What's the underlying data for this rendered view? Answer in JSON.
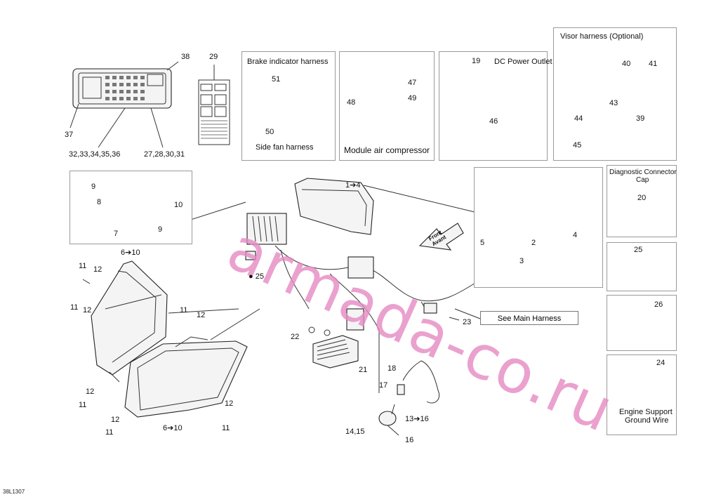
{
  "diagram_code": "38L1307",
  "watermark": "armada-co.ru",
  "front_label": {
    "line1": "Front",
    "line2": "Avant"
  },
  "see_main_harness": "See Main Harness",
  "inset_boxes": {
    "brake": {
      "title": "Brake indicator harness",
      "subtitle": "Side fan harness"
    },
    "compressor": {
      "title": "Module air compressor"
    },
    "dc_outlet": {
      "title": "DC Power Outlet"
    },
    "visor": {
      "title": "Visor harness (Optional)"
    },
    "diag": {
      "title1": "Diagnostic Connector",
      "title2": "Cap"
    },
    "ground": {
      "title1": "Engine Support",
      "title2": "Ground Wire"
    }
  },
  "callouts": {
    "c38": "38",
    "c29": "29",
    "c37": "37",
    "c3236": "32,33,34,35,36",
    "c2731": "27,28,30,31",
    "c51": "51",
    "c50": "50",
    "c47": "47",
    "c49": "49",
    "c48": "48",
    "c19": "19",
    "c46": "46",
    "c40": "40",
    "c41": "41",
    "c43": "43",
    "c44": "44",
    "c39": "39",
    "c45": "45",
    "c9a": "9",
    "c10": "10",
    "c8": "8",
    "c7": "7",
    "c9b": "9",
    "c610a": "6➔10",
    "c14": "1➔4",
    "c4": "4",
    "c2": "2",
    "c5": "5",
    "c3": "3",
    "c25": "25",
    "c20": "20",
    "c25b": "25",
    "c26": "26",
    "c24": "24",
    "c11a": "11",
    "c12a": "12",
    "c11b": "11",
    "c12b": "12",
    "c11c": "11",
    "c12c": "12",
    "c12d": "12",
    "c11d": "11",
    "c12e": "12",
    "c11e": "11",
    "c12f": "12",
    "c11f": "11",
    "c610b": "6➔10",
    "c22": "22",
    "c21": "21",
    "c23": "23",
    "c18": "18",
    "c17": "17",
    "c1316": "13➔16",
    "c1415": "14,15",
    "c16": "16"
  }
}
